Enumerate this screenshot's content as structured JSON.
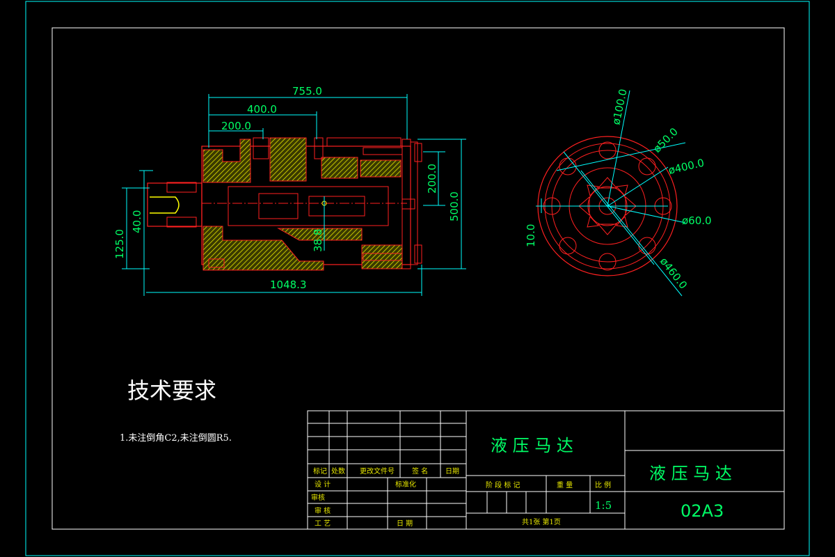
{
  "drawing": {
    "title": "液 压 马 达",
    "title_right": "液 压 马 达",
    "code": "02A3",
    "scale": "1:5",
    "sheet": "共1张 第1页"
  },
  "notes": {
    "heading": "技术要求",
    "line1": "1.未注倒角C2,未注倒圆R5."
  },
  "dimensions": {
    "d755": "755.0",
    "d400": "400.0",
    "d200": "200.0",
    "d200v": "200.0",
    "d500": "500.0",
    "d125": "125.0",
    "d40": "40.0",
    "d38": "38.8",
    "d1048": "1048.3",
    "phi100": "ø100.0",
    "phi50": "ø50.0",
    "phi400": "ø400.0",
    "phi60": "ø60.0",
    "phi460": "ø460.0",
    "d10": "10.0"
  },
  "title_block": {
    "mark": "标记",
    "count": "处数",
    "change_doc": "更改文件号",
    "signature": "签 名",
    "date": "日期",
    "design": "设 计",
    "standard": "标准化",
    "checker": "审核",
    "review": "审 核",
    "process": "工 艺",
    "date2": "日 期",
    "stage": "阶 段 标 记",
    "weight": "重 量",
    "ratio": "比 例"
  },
  "colors": {
    "frame": "#00ffff",
    "part": "#ff2020",
    "hatch": "#e6e600",
    "dimension": "#00ffff",
    "text": "#00ff66"
  }
}
